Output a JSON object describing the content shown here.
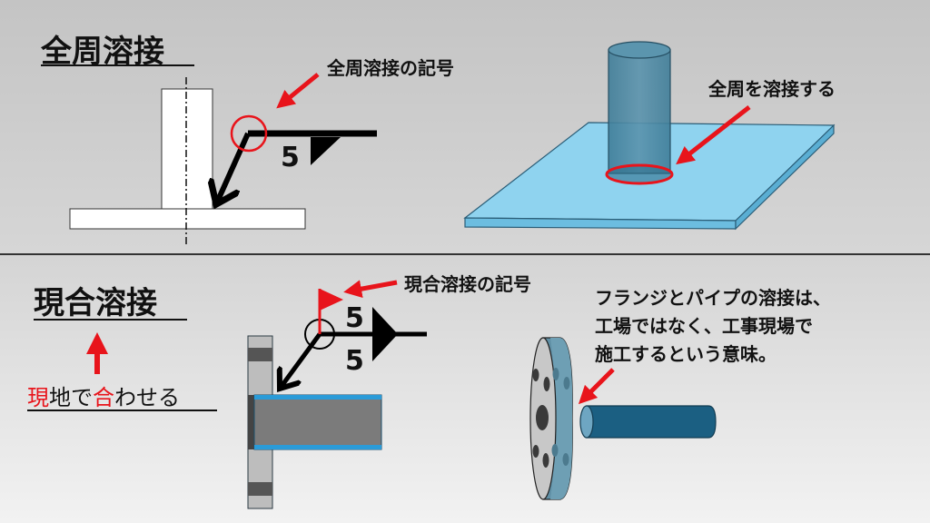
{
  "top": {
    "title": "全周溶接",
    "symbol_label": "全周溶接の記号",
    "weld_size": "5",
    "right_label": "全周を溶接する"
  },
  "bottom": {
    "title": "現合溶接",
    "meaning": {
      "part1": "現",
      "part2": "地で",
      "part3": "合",
      "part4": "わせる"
    },
    "symbol_label": "現合溶接の記号",
    "weld_size_top": "5",
    "weld_size_bottom": "5",
    "description": [
      "フランジとパイプの溶接は、",
      "工場ではなく、工事現場で",
      "施工するという意味。"
    ]
  },
  "colors": {
    "accent": "#e8141b",
    "plate": "#8fd3ef",
    "pipe": "#1b5f82"
  }
}
